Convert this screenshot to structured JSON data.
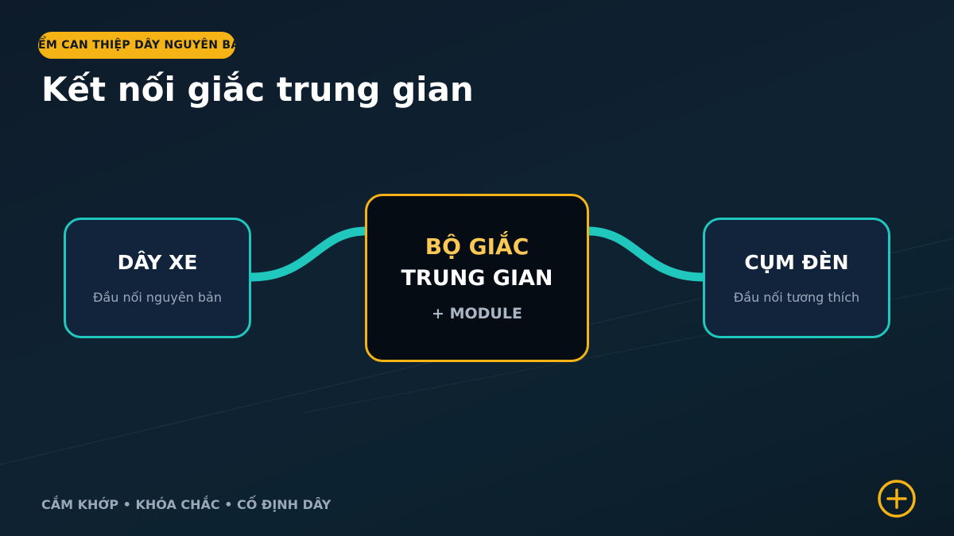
{
  "badge": {
    "label": "ĐIỂM CAN THIỆP DÂY NGUYÊN BẢN"
  },
  "title": "Kết nối giắc trung gian",
  "nodes": {
    "left": {
      "name": "DÂY XE",
      "desc": "Đầu nối nguyên bản"
    },
    "center": {
      "line1": "BỘ GIẮC",
      "line2": "TRUNG GIAN",
      "line3": "+ MODULE"
    },
    "right": {
      "name": "CỤM ĐÈN",
      "desc": "Đầu nối tương thích"
    }
  },
  "footer": "CẮM KHỚP • KHÓA CHẮC • CỐ ĐỊNH DÂY",
  "icons": {
    "add": "plus-circle-icon"
  },
  "colors": {
    "accent": "#f5b316",
    "wire": "#1fc7bd",
    "node_bg": "#12243c",
    "center_bg": "#060c14",
    "center_title": "#f9c855"
  }
}
